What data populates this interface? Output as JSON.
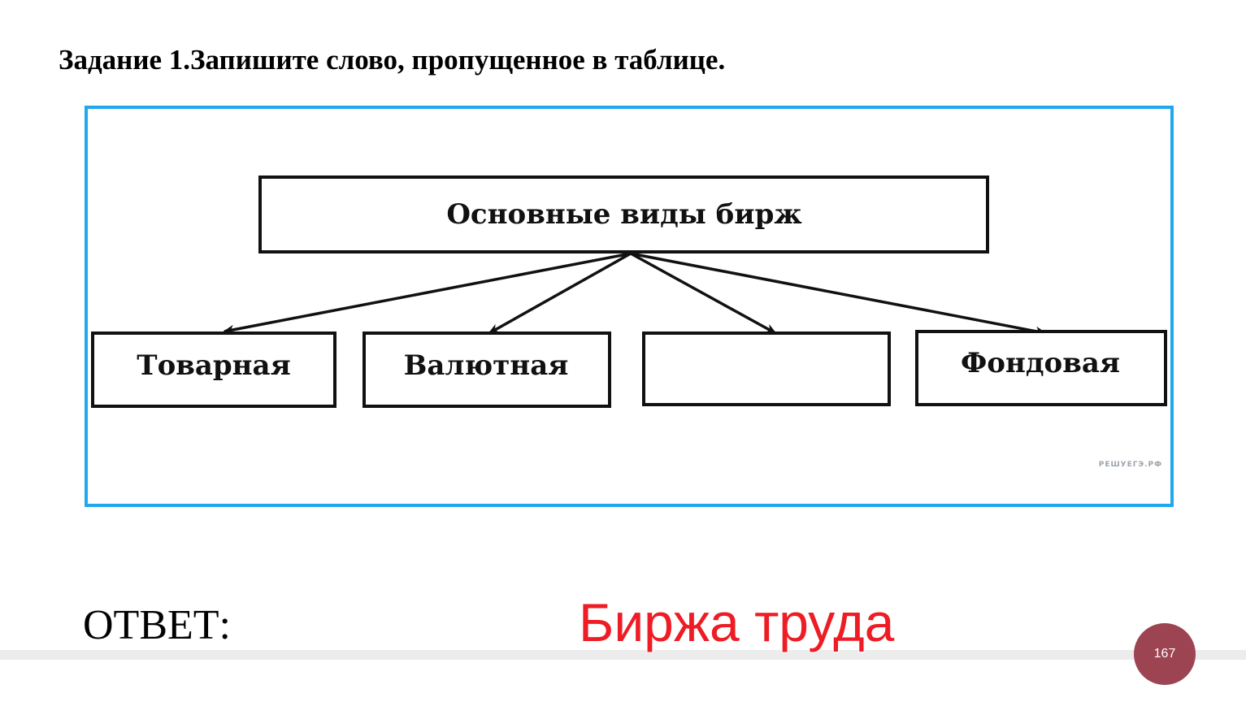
{
  "task": {
    "title": "Задание 1.Запишите слово, пропущенное в таблице."
  },
  "diagram": {
    "root": "Основные виды бирж",
    "children": [
      "Товарная",
      "Валютная",
      "",
      "Фондовая"
    ],
    "watermark": "РЕШУЕГЭ.РФ",
    "frame_color": "#1fa8ee"
  },
  "answer": {
    "label": "ОТВЕТ:",
    "value": "Биржа труда",
    "value_color": "#ee1c24"
  },
  "page": {
    "number": "167",
    "badge_color": "#9c4452"
  }
}
